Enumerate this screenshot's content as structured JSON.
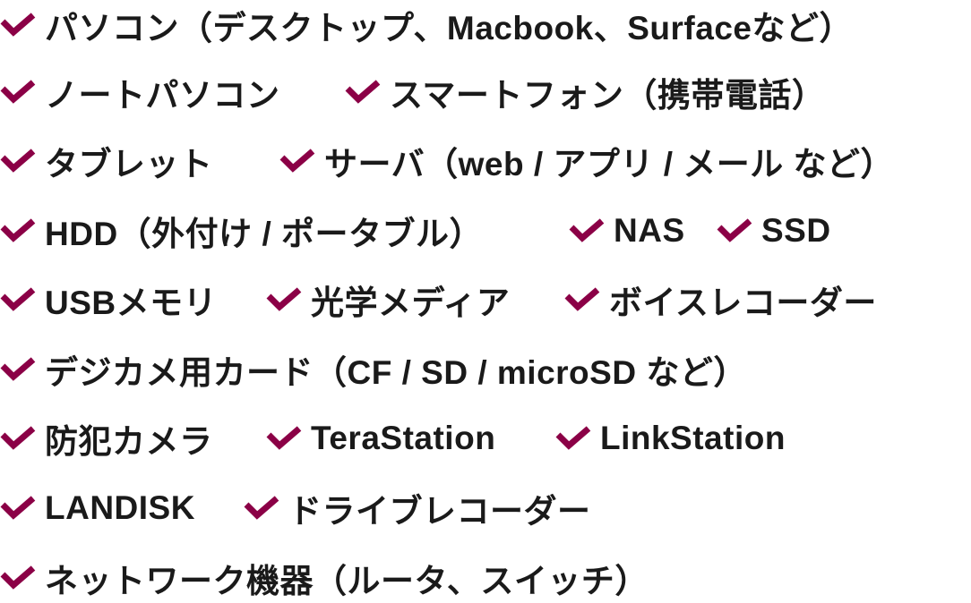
{
  "accent_color": "#8b0046",
  "icon": "checkmark-icon",
  "rows": [
    [
      "パソコン（デスクトップ、Macbook、Surfaceなど）"
    ],
    [
      "ノートパソコン",
      "スマートフォン（携帯電話）"
    ],
    [
      "タブレット",
      "サーバ（web / アプリ / メール など）"
    ],
    [
      "HDD（外付け / ポータブル）",
      "NAS",
      "SSD"
    ],
    [
      "USBメモリ",
      "光学メディア",
      "ボイスレコーダー"
    ],
    [
      "デジカメ用カード（CF / SD / microSD など）"
    ],
    [
      "防犯カメラ",
      "TeraStation",
      "LinkStation"
    ],
    [
      "LANDISK",
      "ドライブレコーダー"
    ],
    [
      "ネットワーク機器（ルータ、スイッチ）"
    ]
  ]
}
